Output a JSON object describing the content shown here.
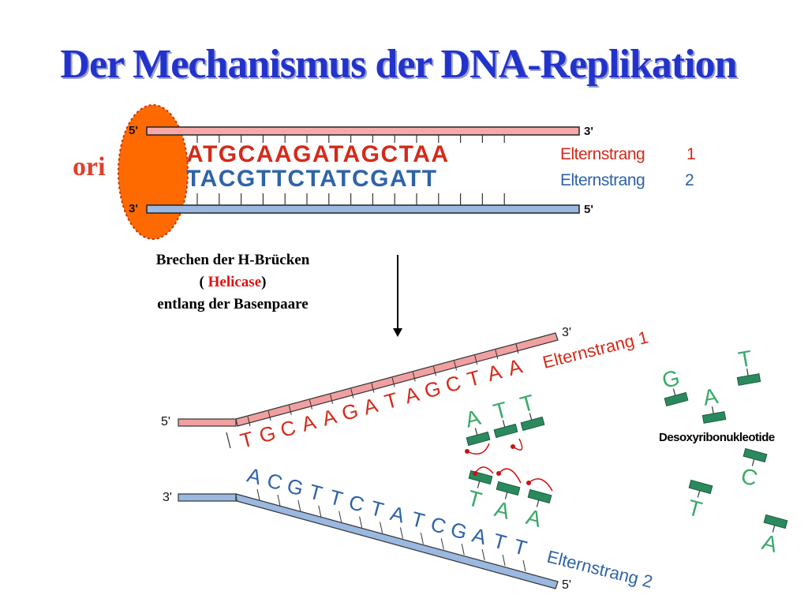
{
  "title": "Der Mechanismus der DNA-Replikation",
  "ori_label": "ori",
  "top_strand_ends": {
    "left": "5'",
    "right": "3'"
  },
  "bottom_strand_ends": {
    "left": "3'",
    "right": "5'"
  },
  "sequence_top": "ATGCAAGATAGCTAA",
  "sequence_bottom": "TACGTTCTATCGATT",
  "strand1_label": "Elternstrang",
  "strand1_number": "1",
  "strand2_label": "Elternstrang",
  "strand2_number": "2",
  "helicase_note": {
    "line1": "Brechen der H-Brücken",
    "line2_open": "( ",
    "line2_enzyme": "Helicase",
    "line2_close": ")",
    "line3": "entlang der Basenpaare"
  },
  "fork": {
    "upper_left_end": "5'",
    "upper_right_end": "3'",
    "lower_left_end": "3'",
    "lower_right_end": "5'",
    "upper_letters": [
      "T",
      "G",
      "C",
      "A",
      "A",
      "G",
      "A",
      "T",
      "A",
      "G",
      "C",
      "T",
      "A",
      "A"
    ],
    "lower_letters": [
      "A",
      "C",
      "G",
      "T",
      "T",
      "C",
      "T",
      "A",
      "T",
      "C",
      "G",
      "A",
      "T",
      "T"
    ],
    "upper_strand_label": "Elternstrang 1",
    "lower_strand_label": "Elternstrang 2",
    "paired_upper": [
      "A",
      "T",
      "T"
    ],
    "paired_lower": [
      "T",
      "A",
      "A"
    ]
  },
  "free_nucleotides": [
    "G",
    "A",
    "T",
    "C",
    "T",
    "A"
  ],
  "free_nucleotides_label": "Desoxyribonukleotide",
  "colors": {
    "title": "#2233cc",
    "strand1": "#d42a1a",
    "strand2": "#2e63a8",
    "nucleotide": "#3aaa6a",
    "nucleotide_body": "#2a8a5e",
    "ori_fill": "#ff6600",
    "helicase": "#e01010"
  }
}
